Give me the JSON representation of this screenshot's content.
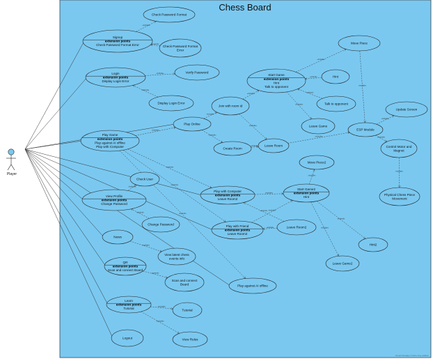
{
  "system": {
    "title": "Chess Board"
  },
  "actor": {
    "label": "Player"
  },
  "usecases": [
    {
      "id": "check_pw_format",
      "lines": [
        "Check Password Format"
      ]
    },
    {
      "id": "signup",
      "lines": [
        "Signup"
      ],
      "ext_header": "extension points",
      "ext": [
        "Check Password Format Error"
      ]
    },
    {
      "id": "check_pw_format_error",
      "lines": [
        "Check Password Format",
        "Error"
      ]
    },
    {
      "id": "login",
      "lines": [
        "Login"
      ],
      "ext_header": "extension points",
      "ext": [
        "Display Login Error"
      ]
    },
    {
      "id": "verify_password",
      "lines": [
        "Verify Password"
      ]
    },
    {
      "id": "display_login_error",
      "lines": [
        "Display Login Error"
      ]
    },
    {
      "id": "play_game",
      "lines": [
        "Play Game"
      ],
      "ext_header": "extension points",
      "ext": [
        "Play against AI offline",
        "Play with Computer"
      ]
    },
    {
      "id": "play_online",
      "lines": [
        "Play Online"
      ]
    },
    {
      "id": "join_room",
      "lines": [
        "Join with room id"
      ]
    },
    {
      "id": "create_room",
      "lines": [
        "Create Room"
      ]
    },
    {
      "id": "leave_room",
      "lines": [
        "Leave Room"
      ]
    },
    {
      "id": "start_game",
      "lines": [
        "Start Game"
      ],
      "ext_header": "extension points",
      "ext": [
        "Hint",
        "Talk to opponent"
      ]
    },
    {
      "id": "move_piece",
      "lines": [
        "Move Piece"
      ]
    },
    {
      "id": "hint",
      "lines": [
        "Hint"
      ]
    },
    {
      "id": "talk_opponent",
      "lines": [
        "Talk to opponent"
      ]
    },
    {
      "id": "leave_game",
      "lines": [
        "Leave Game"
      ]
    },
    {
      "id": "esp_module",
      "lines": [
        "ESP Module"
      ]
    },
    {
      "id": "update_screen",
      "lines": [
        "Update Screen"
      ]
    },
    {
      "id": "control_motor",
      "lines": [
        "Control Motor and",
        "Magnet"
      ]
    },
    {
      "id": "physical_move",
      "lines": [
        "Physical Chess Piece",
        "Movement"
      ]
    },
    {
      "id": "move_piece2",
      "lines": [
        "Move Piece2"
      ]
    },
    {
      "id": "start_game2",
      "lines": [
        "Start Game2"
      ],
      "ext_header": "extension points",
      "ext": [
        "Hint"
      ]
    },
    {
      "id": "play_computer",
      "lines": [
        "Play with Computer"
      ],
      "ext_header": "extension points",
      "ext": [
        "Leave Room2"
      ]
    },
    {
      "id": "play_friend",
      "lines": [
        "Play with Friend"
      ],
      "ext_header": "extension points",
      "ext": [
        "Leave Room2"
      ]
    },
    {
      "id": "leave_room2",
      "lines": [
        "Leave Room2"
      ]
    },
    {
      "id": "hint2",
      "lines": [
        "Hint2"
      ]
    },
    {
      "id": "leave_game2",
      "lines": [
        "Leave Game2"
      ]
    },
    {
      "id": "view_profile",
      "lines": [
        "View Profile"
      ],
      "ext_header": "extension points",
      "ext": [
        "Change Password"
      ]
    },
    {
      "id": "check_user",
      "lines": [
        "Check User"
      ]
    },
    {
      "id": "change_password",
      "lines": [
        "Change Password"
      ]
    },
    {
      "id": "news",
      "lines": [
        "News"
      ]
    },
    {
      "id": "view_chess_events",
      "lines": [
        "View latest chess",
        "events info"
      ]
    },
    {
      "id": "qr",
      "lines": [
        "QR"
      ],
      "ext_header": "extension points",
      "ext": [
        "Scan and connect Board"
      ]
    },
    {
      "id": "scan_connect",
      "lines": [
        "Scan and connect",
        "Board"
      ]
    },
    {
      "id": "play_ai_offline",
      "lines": [
        "Play against AI offline"
      ]
    },
    {
      "id": "learn",
      "lines": [
        "Learn"
      ],
      "ext_header": "extension points",
      "ext": [
        "Tutorial"
      ]
    },
    {
      "id": "tutorial",
      "lines": [
        "Tutorial"
      ]
    },
    {
      "id": "logout",
      "lines": [
        "Logout"
      ]
    },
    {
      "id": "view_rules",
      "lines": [
        "View Rules"
      ]
    }
  ],
  "relation_labels": {
    "include": "«include»",
    "extend": "«extend»"
  },
  "colors": {
    "system_fill": "#7ac8f0",
    "system_stroke": "#444444",
    "usecase_fill": "#7ac8f0",
    "usecase_stroke": "#222222",
    "line": "#333333",
    "actor_head": "#7ac8f0"
  },
  "footer": "Visual Paradigm Online Free Edition"
}
